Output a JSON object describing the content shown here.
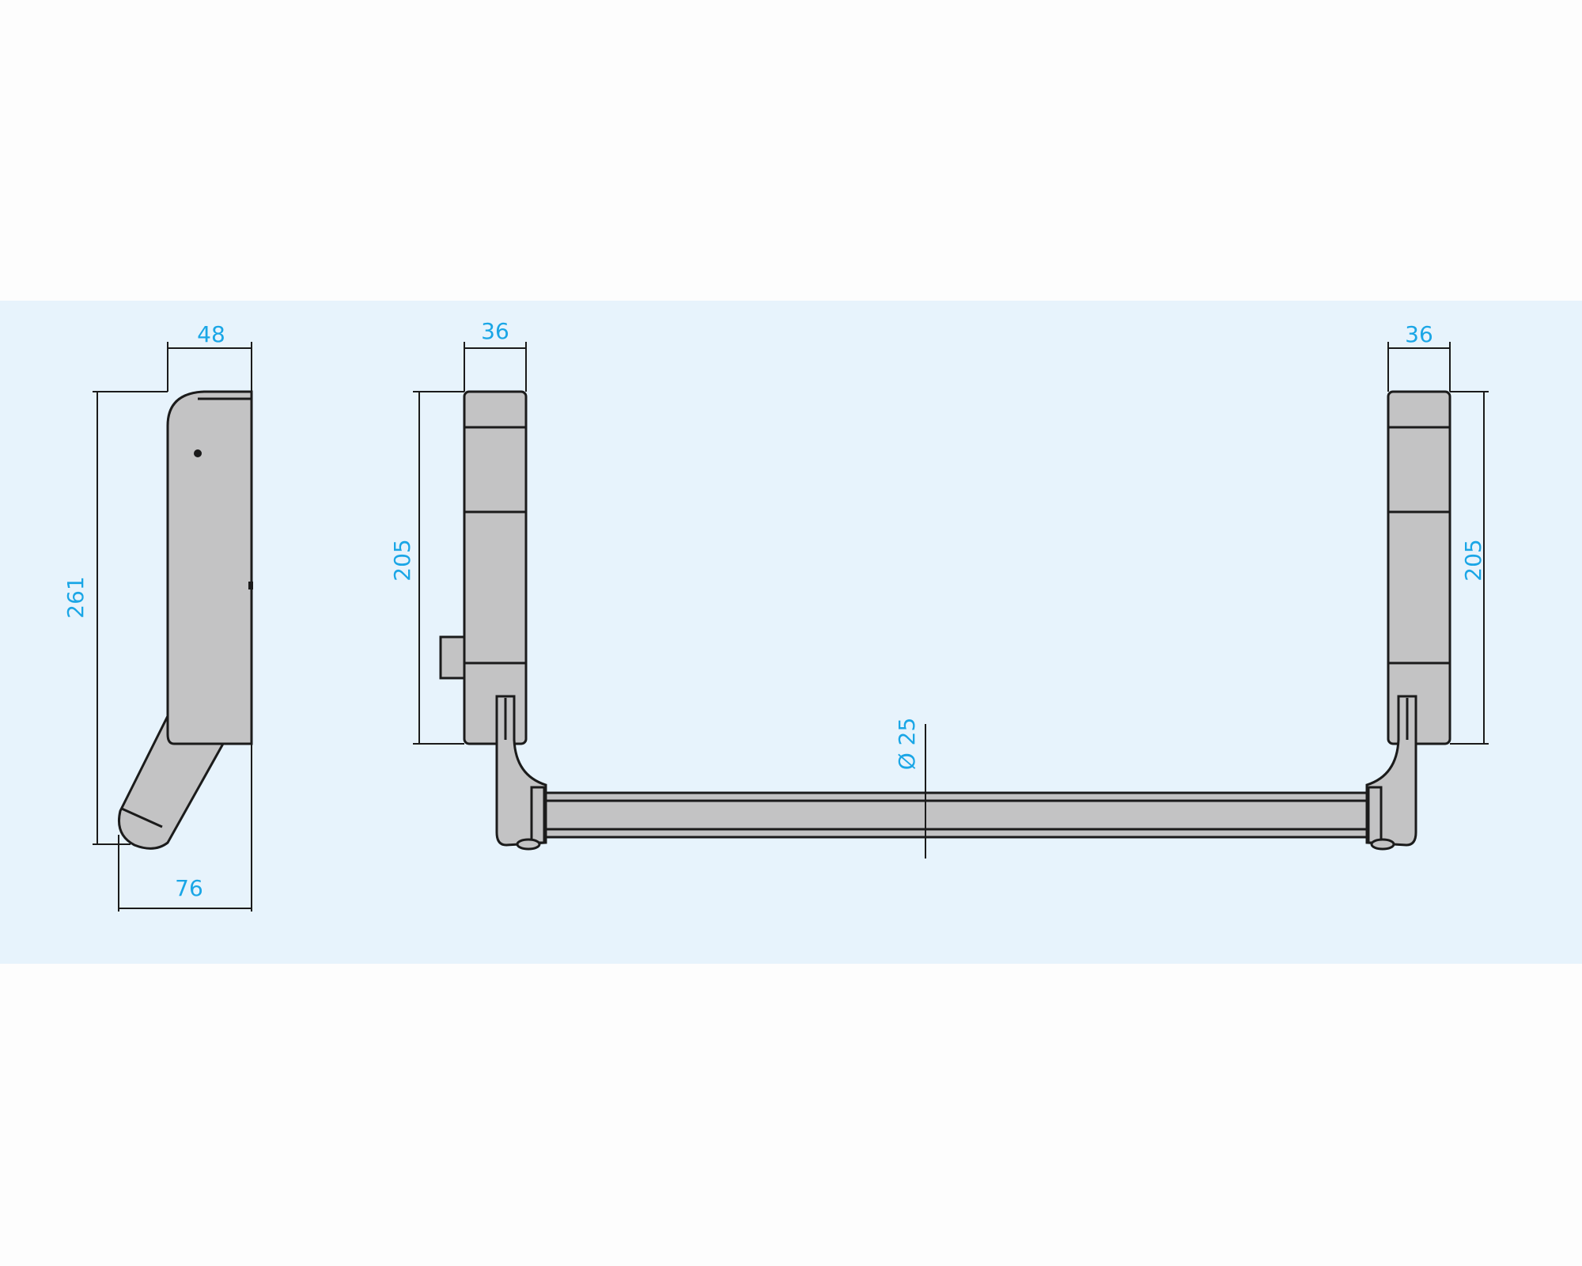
{
  "colors": {
    "panel_background": "#e7f3fc",
    "page_background": "#fdfdfd",
    "part_fill": "#c3c3c4",
    "outline": "#1b1b1b",
    "dimension_text": "#1aa6e6"
  },
  "dimensions": {
    "side_width": "48",
    "side_height": "261",
    "side_depth": "76",
    "left_case_width": "36",
    "left_case_height": "205",
    "right_case_width": "36",
    "right_case_height": "205",
    "bar_diameter": "Ø 25"
  }
}
